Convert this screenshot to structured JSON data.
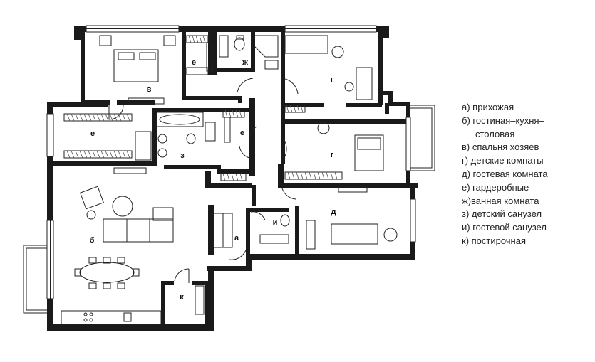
{
  "rooms": {
    "v": "в",
    "e_top": "е",
    "zh": "ж",
    "g_top": "г",
    "e_left": "е",
    "e_mid": "е",
    "z": "з",
    "g_mid": "г",
    "b": "б",
    "a": "а",
    "i": "и",
    "d": "д",
    "k": "к"
  },
  "legend": [
    "а) прихожая",
    "б) гостиная–кухня–",
    "столовая",
    "в) спальня хозяев",
    "г)  детские комнаты",
    "д) гостевая комната",
    "е) гардеробные",
    "ж)ванная комната",
    "з) детский санузел",
    "и) гостевой санузел",
    "к) постирочная"
  ]
}
